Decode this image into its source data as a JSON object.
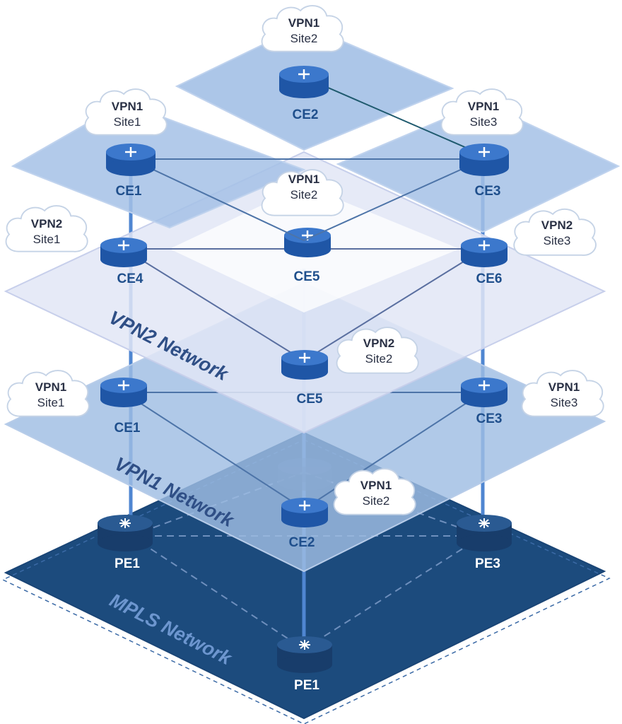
{
  "colors": {
    "mpls_plane": "#1c4b7d",
    "vpn_plane": "#9fbde3",
    "vpn2_plane": "#e2e6f6",
    "router_top": "#3c78cc",
    "router_side": "#1f56a6",
    "pe_top": "#2a5a92",
    "pe_side": "#183d6b",
    "link": "#4d74a8",
    "label_dark": "#1f4f8c",
    "network_label": "#2f4f86",
    "mpls_label": "#6d96cf"
  },
  "networks": {
    "vpn2": "VPN2 Network",
    "vpn1": "VPN1 Network",
    "mpls": "MPLS Network"
  },
  "routers": {
    "ce2_top": "CE2",
    "ce1_top": "CE1",
    "ce3_top": "CE3",
    "ce4": "CE4",
    "ce5_upper": "CE5",
    "ce6": "CE6",
    "ce5_lower": "CE5",
    "ce1_mid": "CE1",
    "ce3_mid": "CE3",
    "ce2_mid": "CE2",
    "pe1_left": "PE1",
    "pe3": "PE3",
    "pe1_bottom": "PE1"
  },
  "clouds": [
    {
      "line1": "VPN1",
      "line2": "Site2"
    },
    {
      "line1": "VPN1",
      "line2": "Site1"
    },
    {
      "line1": "VPN1",
      "line2": "Site3"
    },
    {
      "line1": "VPN1",
      "line2": "Site2"
    },
    {
      "line1": "VPN2",
      "line2": "Site1"
    },
    {
      "line1": "VPN2",
      "line2": "Site3"
    },
    {
      "line1": "VPN2",
      "line2": "Site2"
    },
    {
      "line1": "VPN1",
      "line2": "Site1"
    },
    {
      "line1": "VPN1",
      "line2": "Site3"
    },
    {
      "line1": "VPN1",
      "line2": "Site2"
    }
  ]
}
